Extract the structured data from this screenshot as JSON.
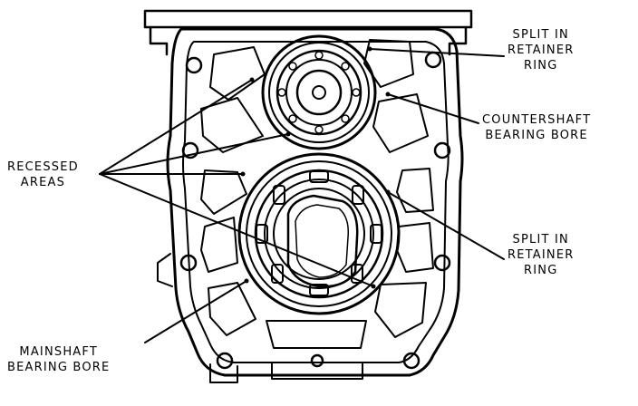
{
  "labels": {
    "split_top": [
      "SPLIT IN",
      "RETAINER",
      "RING"
    ],
    "countershaft": [
      "COUNTERSHAFT",
      "BEARING BORE"
    ],
    "recessed": [
      "RECESSED",
      "AREAS"
    ],
    "split_bottom": [
      "SPLIT IN",
      "RETAINER",
      "RING"
    ],
    "mainshaft": [
      "MAINSHAFT",
      "BEARING BORE"
    ]
  },
  "colors": {
    "ink": "#000000",
    "paper": "#ffffff"
  }
}
